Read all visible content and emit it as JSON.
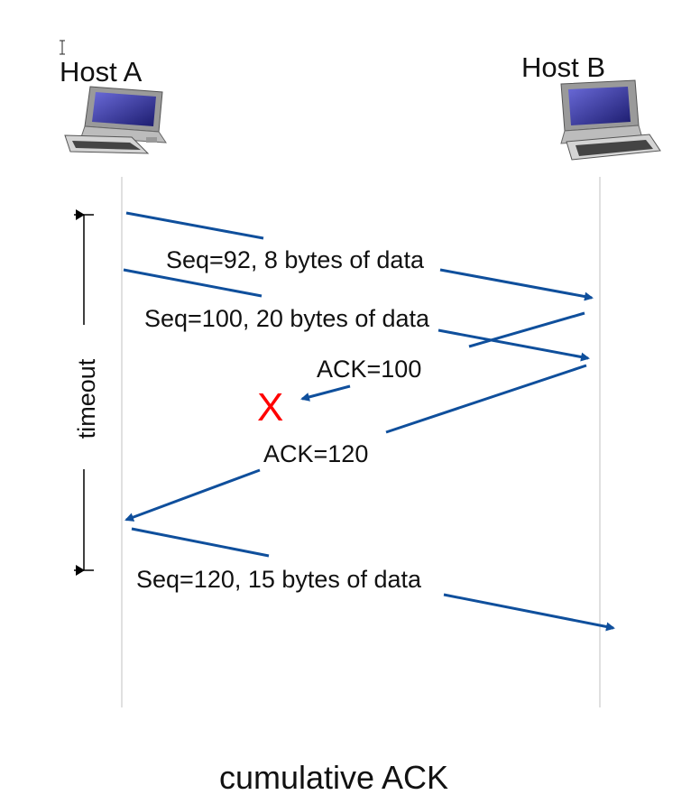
{
  "hosts": {
    "a": {
      "label": "Host A",
      "icon": "desktop-computer-icon"
    },
    "b": {
      "label": "Host B",
      "icon": "desktop-computer-icon"
    }
  },
  "messages": {
    "seq92": "Seq=92, 8 bytes of data",
    "seq100": "Seq=100, 20 bytes of data",
    "ack100": "ACK=100",
    "ack120": "ACK=120",
    "seq120": "Seq=120,  15 bytes of data"
  },
  "timer": {
    "label": "timeout"
  },
  "loss_marker": "X",
  "caption": "cumulative ACK",
  "colors": {
    "arrow": "#0f4f9c",
    "loss": "#ff0000",
    "timeline": "#cccccc"
  }
}
